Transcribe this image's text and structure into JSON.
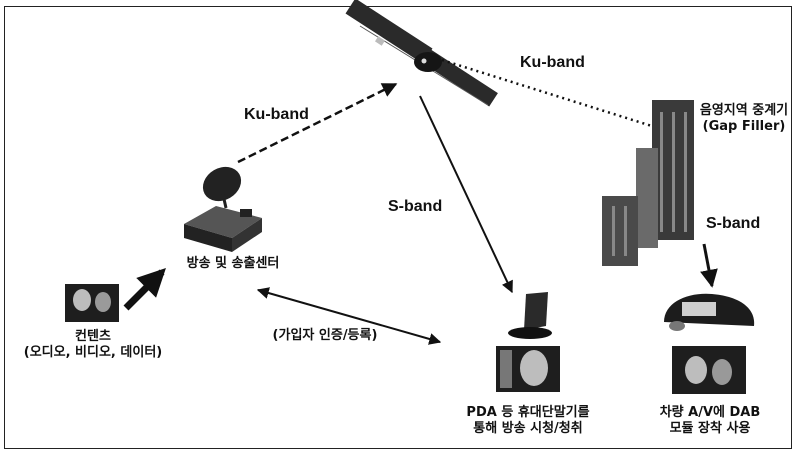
{
  "labels": {
    "ku_band_left": "Ku-band",
    "ku_band_right": "Ku-band",
    "s_band_center": "S-band",
    "s_band_right": "S-band",
    "gap_filler_line1": "음영지역 중계기",
    "gap_filler_line2": "(Gap Filler)",
    "broadcast_center": "방송 및 송출센터",
    "contents_line1": "컨텐츠",
    "contents_line2": "(오디오, 비디오, 데이터)",
    "subscriber_auth": "(가입자 인증/등록)",
    "pda_line1": "PDA 등 휴대단말기를",
    "pda_line2": "통해 방송 시청/청취",
    "car_line1": "차량 A/V에 DAB",
    "car_line2": "모듈 장착 사용"
  },
  "colors": {
    "ink": "#111111",
    "photo_dark": "#1e1e1e",
    "building": "#3a3a3a"
  }
}
